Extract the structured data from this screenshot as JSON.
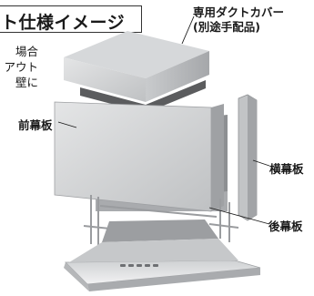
{
  "title": "ト仕様イメージ",
  "intro_lines": [
    "場合",
    "アウト",
    "壁に"
  ],
  "labels": {
    "cover_line1": "専用ダクトカバー",
    "cover_line2": "(別途手配品)",
    "front": "前幕板",
    "side": "横幕板",
    "rear": "後幕板"
  },
  "colors": {
    "panel_light": "#d9dadb",
    "panel_mid": "#b9bbbd",
    "panel_dark": "#8e9093",
    "frame": "#a7a9ab"
  }
}
